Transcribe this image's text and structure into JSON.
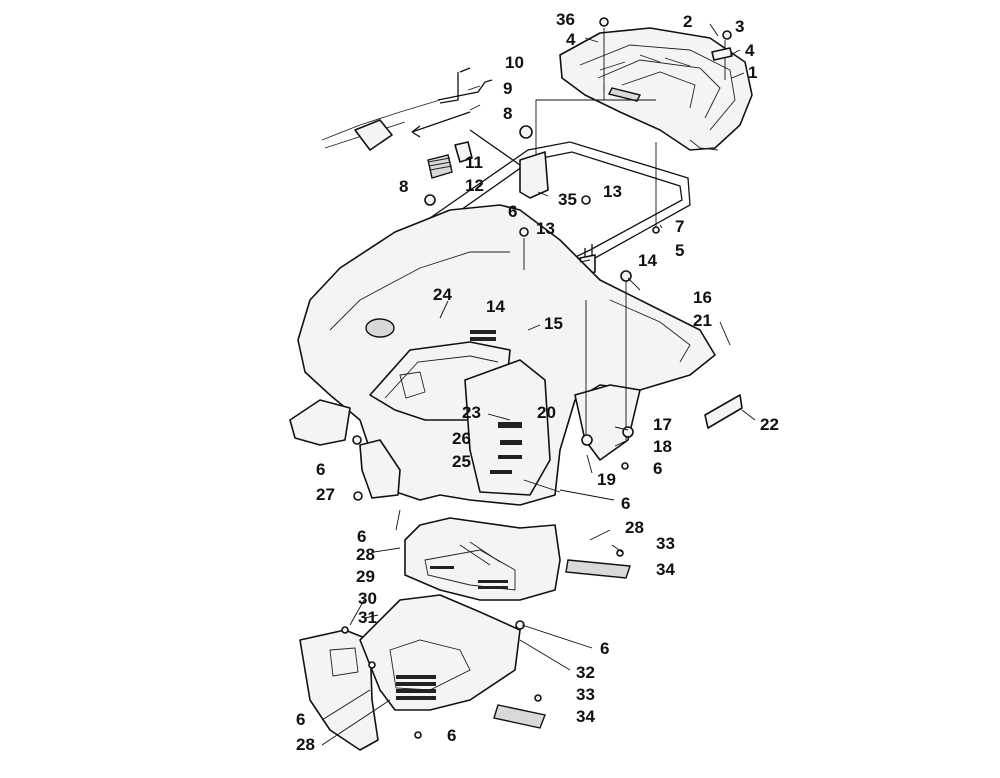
{
  "labels": [
    {
      "id": "36",
      "text": "36"
    },
    {
      "id": "2",
      "text": "2"
    },
    {
      "id": "3",
      "text": "3"
    },
    {
      "id": "4a",
      "text": "4"
    },
    {
      "id": "4b",
      "text": "4"
    },
    {
      "id": "1",
      "text": "1"
    },
    {
      "id": "10",
      "text": "10"
    },
    {
      "id": "9",
      "text": "9"
    },
    {
      "id": "8a",
      "text": "8"
    },
    {
      "id": "11",
      "text": "11"
    },
    {
      "id": "12",
      "text": "12"
    },
    {
      "id": "8b",
      "text": "8"
    },
    {
      "id": "35",
      "text": "35"
    },
    {
      "id": "13a",
      "text": "13"
    },
    {
      "id": "6a",
      "text": "6"
    },
    {
      "id": "13b",
      "text": "13"
    },
    {
      "id": "7",
      "text": "7"
    },
    {
      "id": "5",
      "text": "5"
    },
    {
      "id": "14a",
      "text": "14"
    },
    {
      "id": "16",
      "text": "16"
    },
    {
      "id": "24",
      "text": "24"
    },
    {
      "id": "14b",
      "text": "14"
    },
    {
      "id": "21",
      "text": "21"
    },
    {
      "id": "15",
      "text": "15"
    },
    {
      "id": "20",
      "text": "20"
    },
    {
      "id": "23",
      "text": "23"
    },
    {
      "id": "22",
      "text": "22"
    },
    {
      "id": "17",
      "text": "17"
    },
    {
      "id": "26",
      "text": "26"
    },
    {
      "id": "18",
      "text": "18"
    },
    {
      "id": "6b",
      "text": "6"
    },
    {
      "id": "25",
      "text": "25"
    },
    {
      "id": "6c",
      "text": "6"
    },
    {
      "id": "19",
      "text": "19"
    },
    {
      "id": "27",
      "text": "27"
    },
    {
      "id": "6d",
      "text": "6"
    },
    {
      "id": "6e",
      "text": "6"
    },
    {
      "id": "28a",
      "text": "28"
    },
    {
      "id": "33a",
      "text": "33"
    },
    {
      "id": "28b",
      "text": "28"
    },
    {
      "id": "34a",
      "text": "34"
    },
    {
      "id": "29",
      "text": "29"
    },
    {
      "id": "30",
      "text": "30"
    },
    {
      "id": "31",
      "text": "31"
    },
    {
      "id": "6f",
      "text": "6"
    },
    {
      "id": "32",
      "text": "32"
    },
    {
      "id": "33b",
      "text": "33"
    },
    {
      "id": "6g",
      "text": "6"
    },
    {
      "id": "34b",
      "text": "34"
    },
    {
      "id": "28c",
      "text": "28"
    },
    {
      "id": "6h",
      "text": "6"
    }
  ]
}
